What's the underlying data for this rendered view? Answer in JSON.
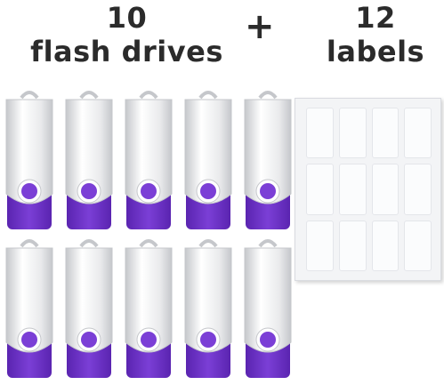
{
  "headline": {
    "left_line1": "10",
    "left_line2": "flash drives",
    "plus": "+",
    "right_line1": "12",
    "right_line2": "labels"
  },
  "product": {
    "drive_count": 10,
    "label_count": 12,
    "colors": {
      "drive_body": "#7b3fd6",
      "drive_body_dark": "#5a24b0",
      "swivel_metal": "#e9eaec",
      "swivel_shadow": "#c5c7cb"
    },
    "icons": [
      "usb-flash-drive-icon",
      "label-sheet-icon"
    ]
  }
}
